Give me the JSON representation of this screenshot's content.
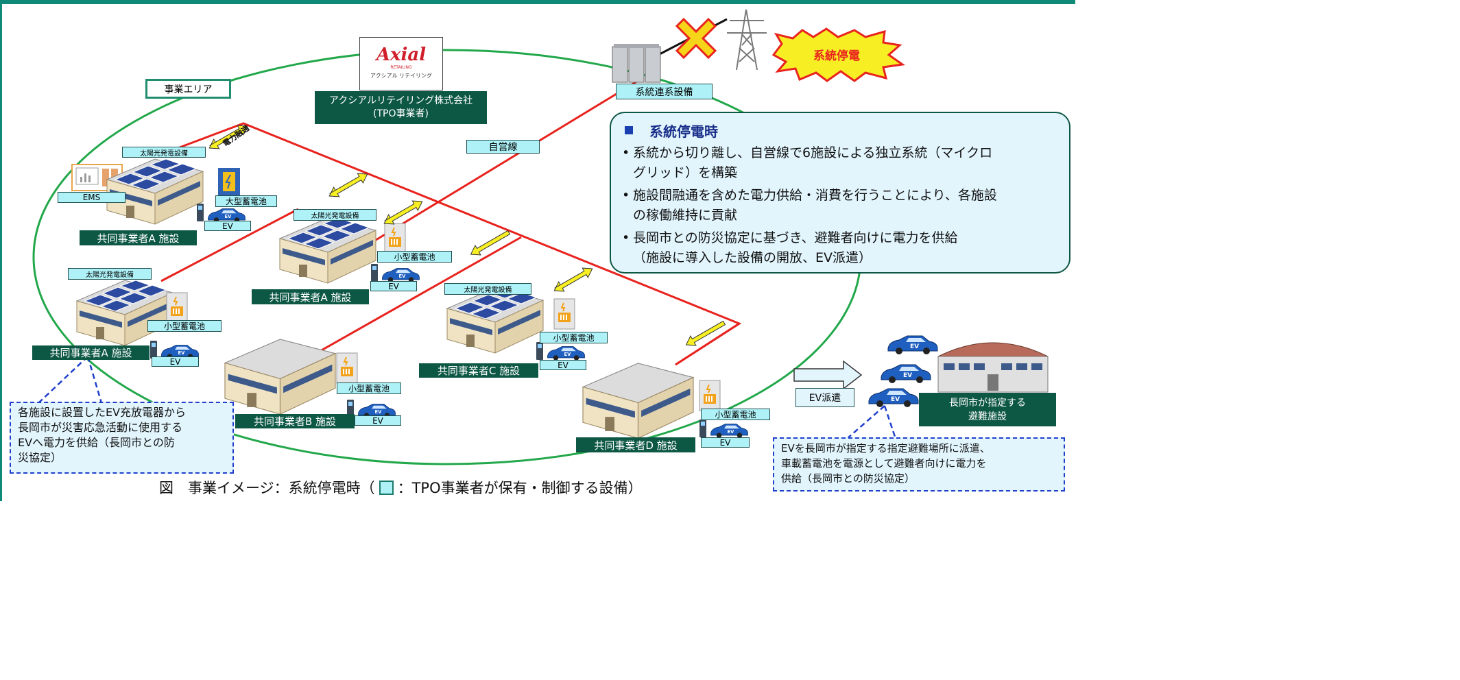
{
  "area_label": "事業エリア",
  "logo": {
    "brand": "Axial",
    "tagline": "RETAILING",
    "katakana": "アクシアル リテイリング"
  },
  "company": {
    "line1": "アクシアルリテイリング株式会社",
    "line2": "(TPO事業者)"
  },
  "grid_equipment": "系統連系設備",
  "outage_burst": "系統停電",
  "private_line": "自営線",
  "power_interchange": "電力融通",
  "ems": "EMS",
  "solar": "太陽光発電設備",
  "large_battery": "大型蓄電池",
  "small_battery": "小型蓄電池",
  "ev": "EV",
  "facilities": {
    "a_top": "共同事業者A 施設",
    "a_mid": "共同事業者A 施設",
    "a_left": "共同事業者A 施設",
    "b": "共同事業者B 施設",
    "c": "共同事業者C 施設",
    "d": "共同事業者D 施設"
  },
  "info": {
    "title": "系統停電時",
    "bullets": [
      "系統から切り離し、自営線で6施設による独立系統（マイクロ\nグリッド）を構築",
      "施設間融通を含めた電力供給・消費を行うことにより、各施設\nの稼働維持に貢献",
      "長岡市との防災協定に基づき、避難者向けに電力を供給\n（施設に導入した設備の開放、EV派遣）"
    ]
  },
  "callout_left": "各施設に設置したEV充放電器から\n長岡市が災害応急活動に使用する\nEVへ電力を供給（長岡市との防\n災協定）",
  "callout_right": "EVを長岡市が指定する指定避難場所に派遣、\n車載蓄電池を電源として避難者向けに電力を\n供給（長岡市との防災協定）",
  "ev_dispatch": "EV派遣",
  "shelter": {
    "line1": "長岡市が指定する",
    "line2": "避難施設"
  },
  "caption": {
    "before": "図　事業イメージ：系統停電時（",
    "after": "：TPO事業者が保有・制御する設備）"
  },
  "colors": {
    "accent": "#0f8a78",
    "dark_label": "#0d5745",
    "cyan_label": "#aef2f8",
    "line_red": "#e8231e",
    "area_ring": "#22a84a",
    "callout_border": "#1f3fcc",
    "info_title": "#1a2f8a"
  }
}
